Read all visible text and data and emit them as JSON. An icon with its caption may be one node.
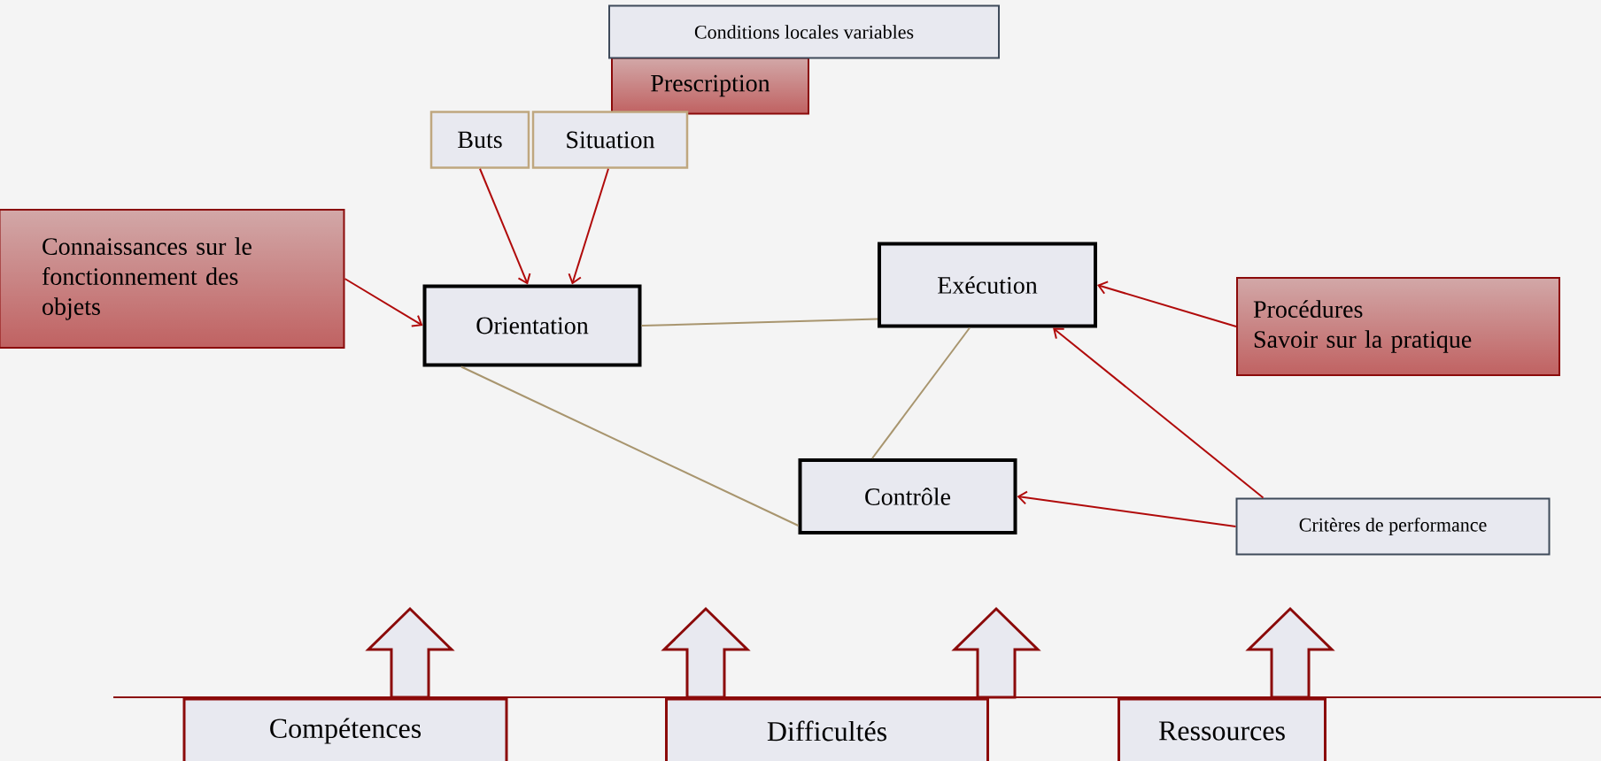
{
  "diagram": {
    "nodes": [
      {
        "text": [
          "Conditions locales variables"
        ]
      },
      {
        "text": [
          "Prescription"
        ]
      },
      {
        "text": [
          "Buts"
        ]
      },
      {
        "text": [
          "Situation"
        ]
      },
      {
        "text": [
          "Connaissances sur le fonctionnement des objets"
        ]
      },
      {
        "text": [
          "Orientation"
        ]
      },
      {
        "text": [
          "Exécution"
        ]
      },
      {
        "text": [
          "Procédures",
          "Savoir sur la pratique"
        ]
      },
      {
        "text": [
          "Contrôle"
        ]
      },
      {
        "text": [
          "Critères de performance"
        ]
      },
      {
        "text": [
          "Compétences"
        ]
      },
      {
        "text": [
          "Difficultés"
        ]
      },
      {
        "text": [
          "Ressources"
        ]
      }
    ],
    "edges": [
      {
        "from": 2,
        "to": 5,
        "arrow": "to"
      },
      {
        "from": 3,
        "to": 5,
        "arrow": "to"
      },
      {
        "from": 4,
        "to": 5,
        "arrow": "to"
      },
      {
        "from": 7,
        "to": 6,
        "arrow": "to"
      },
      {
        "from": 9,
        "to": 6,
        "arrow": "to"
      },
      {
        "from": 9,
        "to": 8,
        "arrow": "to"
      },
      {
        "from": 5,
        "to": 6,
        "arrow": "none",
        "color": "#a8956e"
      },
      {
        "from": 5,
        "to": 8,
        "arrow": "none",
        "color": "#a8956e"
      },
      {
        "from": 6,
        "to": 8,
        "arrow": "none",
        "color": "#a8956e"
      }
    ]
  }
}
